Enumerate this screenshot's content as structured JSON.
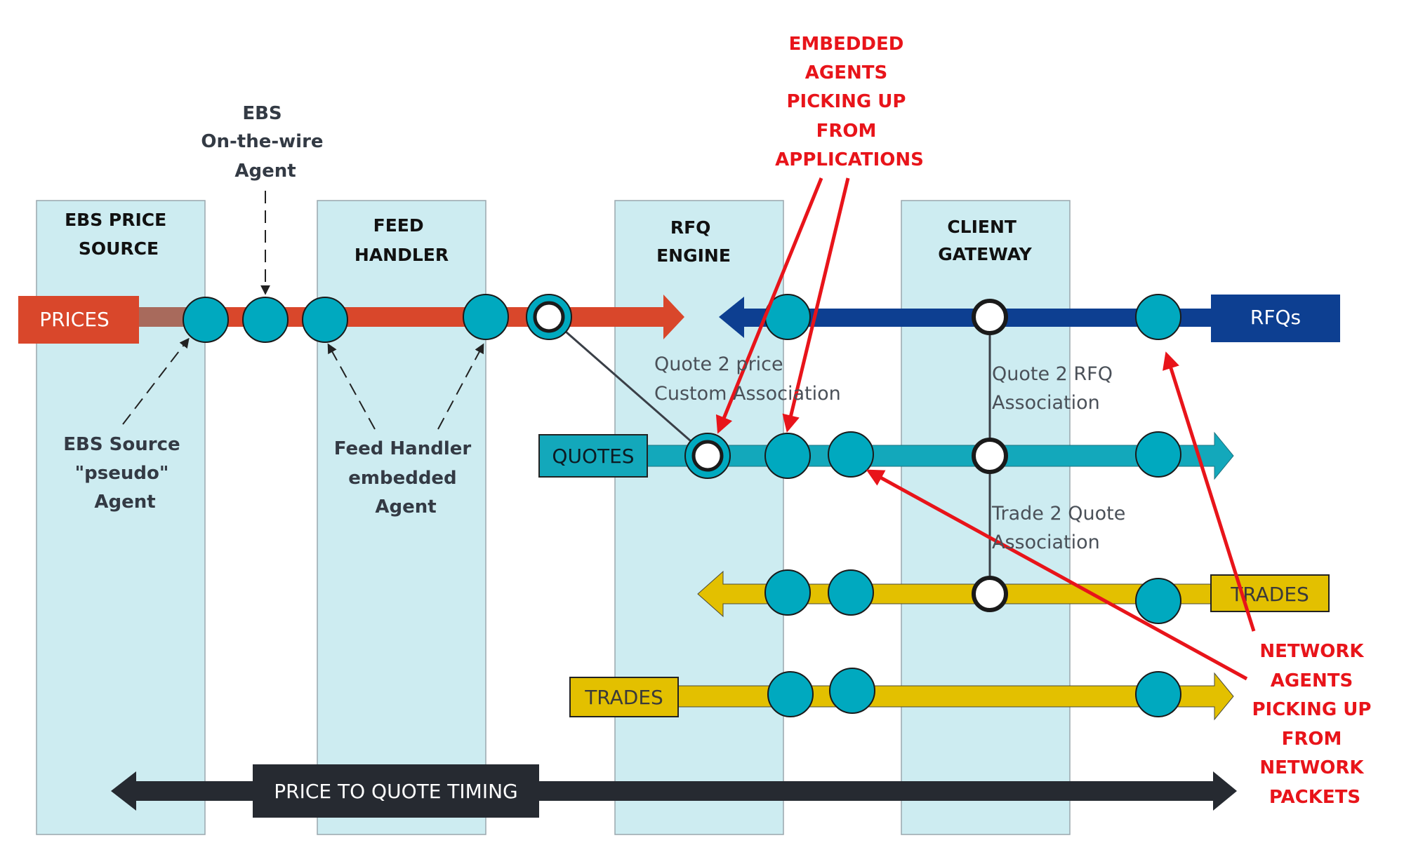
{
  "columns": [
    {
      "id": "ebs-price-source",
      "lines": [
        "EBS PRICE",
        "SOURCE"
      ]
    },
    {
      "id": "feed-handler",
      "lines": [
        "FEED",
        "HANDLER"
      ]
    },
    {
      "id": "rfq-engine",
      "lines": [
        "RFQ",
        "ENGINE"
      ]
    },
    {
      "id": "client-gateway",
      "lines": [
        "CLIENT",
        "GATEWAY"
      ]
    }
  ],
  "flows": {
    "prices": "PRICES",
    "rfqs": "RFQs",
    "quotes": "QUOTES",
    "trades_in": "TRADES",
    "trades_out": "TRADES",
    "timing": "PRICE TO QUOTE TIMING"
  },
  "agent_labels": {
    "ebs_wire": [
      "EBS",
      "On-the-wire",
      "Agent"
    ],
    "ebs_source": [
      "EBS Source",
      "\"pseudo\"",
      "Agent"
    ],
    "feed_handler": [
      "Feed Handler",
      "embedded",
      "Agent"
    ]
  },
  "associations": {
    "quote2price": [
      "Quote 2 price",
      "Custom Association"
    ],
    "quote2rfq": [
      "Quote 2 RFQ",
      "Association"
    ],
    "trade2quote": [
      "Trade 2 Quote",
      "Association"
    ]
  },
  "callouts": {
    "embedded": [
      "EMBEDDED",
      "AGENTS",
      "PICKING UP",
      "FROM",
      "APPLICATIONS"
    ],
    "network": [
      "NETWORK",
      "AGENTS",
      "PICKING UP",
      "FROM",
      "NETWORK",
      "PACKETS"
    ]
  },
  "colors": {
    "column_fill": "#cdecf1",
    "column_stroke": "#9aa7ad",
    "prices": "#d9472b",
    "rfqs": "#0d3f91",
    "quotes": "#13a8bb",
    "trades": "#e3c000",
    "timing": "#262a31",
    "node": "#00a9bf",
    "callout": "#e8141a"
  }
}
